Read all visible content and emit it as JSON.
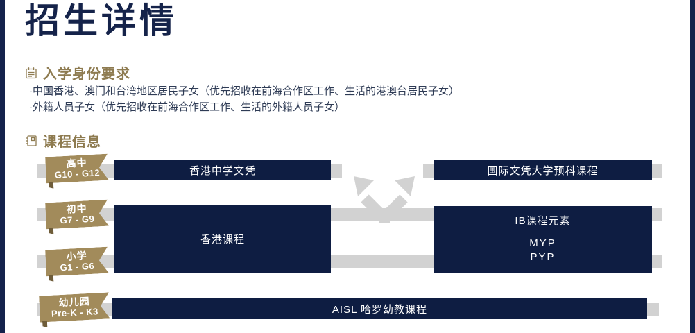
{
  "page": {
    "title": "招生详情"
  },
  "colors": {
    "navy": "#0e1d42",
    "edge_navy": "#14224c",
    "gold_ribbon": "#a28b5b",
    "gold_fold": "#6f5d3a",
    "gold_header": "#8e7b50",
    "track_gray": "#d2d2d2"
  },
  "sections": {
    "admission": {
      "icon": "calendar-icon",
      "title": "入学身份要求",
      "bullets": [
        "·中国香港、澳门和台湾地区居民子女（优先招收在前海合作区工作、生活的港澳台居民子女）",
        "·外籍人员子女（优先招收在前海合作区工作、生活的外籍人员子女）"
      ]
    },
    "courses": {
      "icon": "notebook-icon",
      "title": "课程信息"
    }
  },
  "diagram": {
    "levels": [
      {
        "name": "高中",
        "grades": "G10 - G12"
      },
      {
        "name": "初中",
        "grades": "G7 - G9"
      },
      {
        "name": "小学",
        "grades": "G1 - G6"
      },
      {
        "name": "幼儿园",
        "grades": "Pre-K - K3"
      }
    ],
    "courses": {
      "hk_dse": "香港中学文凭",
      "ibdp": "国际文凭大学预科课程",
      "hk_curriculum": "香港课程",
      "ib_elements": {
        "label": "IB课程元素",
        "sub1": "MYP",
        "sub2": "PYP"
      },
      "early_years": "AISL 哈罗幼教课程"
    }
  }
}
